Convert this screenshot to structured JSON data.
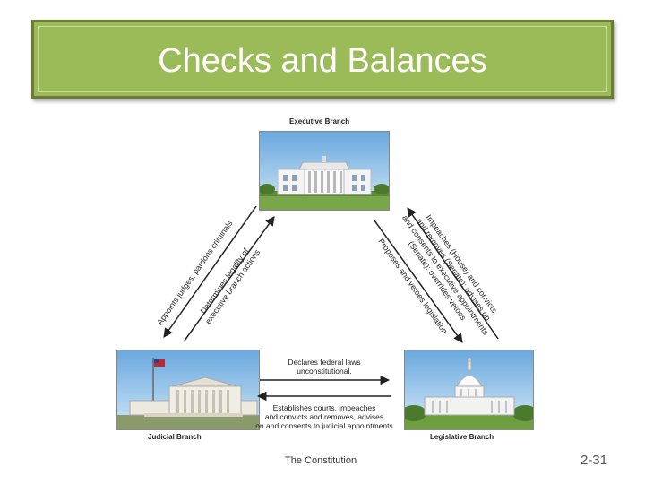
{
  "slide": {
    "title": "Checks and Balances",
    "footer": "The Constitution",
    "page_number": "2-31"
  },
  "diagram": {
    "executive_label": "Executive Branch",
    "judicial_label": "Judicial Branch",
    "legislative_label": "Legislative Branch",
    "exec_to_judicial": "Appoints judges, pardons criminals",
    "judicial_to_exec_1": "Determines legality of",
    "judicial_to_exec_2": "executive branch actions",
    "leg_to_exec_1": "Impeaches (House) and convicts",
    "leg_to_exec_2": "and removes (Senate); advises on",
    "leg_to_exec_3": "and consents to executive appointments",
    "leg_to_exec_4": "(Senate); overrides vetoes",
    "exec_to_leg": "Proposes and vetoes legislation",
    "judicial_to_leg_1": "Declares federal laws",
    "judicial_to_leg_2": "unconstitutional.",
    "leg_to_judicial_1": "Establishes courts, impeaches",
    "leg_to_judicial_2": "and convicts and removes, advises",
    "leg_to_judicial_3": "on and consents to judicial appointments"
  },
  "colors": {
    "title_bar": "#9bbb59",
    "title_border": "#6b7d2e",
    "sky": "#8fc0e8"
  }
}
